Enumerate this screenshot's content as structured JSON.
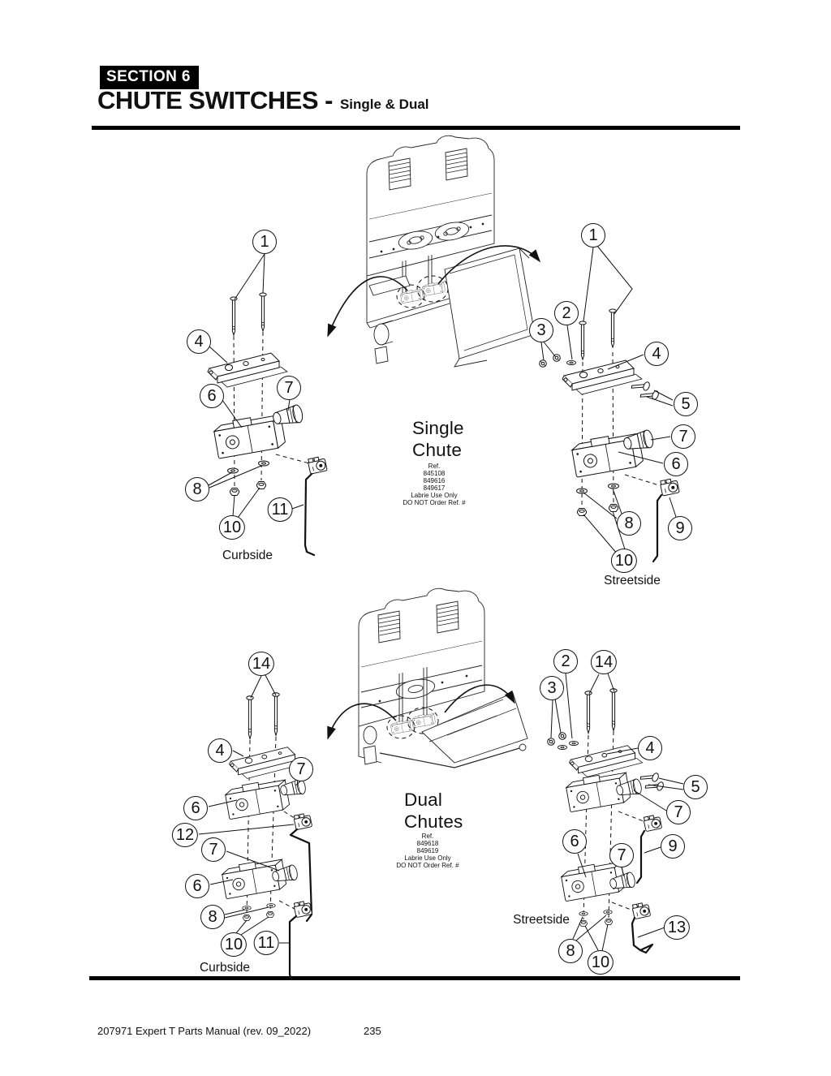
{
  "header": {
    "section_badge": "SECTION 6",
    "title": "CHUTE SWITCHES -",
    "subtitle": "Single & Dual"
  },
  "footer": {
    "left": "207971 Expert T Parts Manual (rev. 09_2022)",
    "page": "235"
  },
  "single_chute": {
    "title_line1": "Single",
    "title_line2": "Chute",
    "ref_label": "Ref.",
    "ref_numbers": [
      "845108",
      "849616",
      "849617"
    ],
    "note_line1": "Labrie Use Only",
    "note_line2": "DO NOT Order Ref. #",
    "curbside": {
      "label": "Curbside",
      "callouts": [
        "1",
        "4",
        "6",
        "7",
        "8",
        "10",
        "11"
      ]
    },
    "streetside": {
      "label": "Streetside",
      "callouts": [
        "1",
        "2",
        "3",
        "4",
        "5",
        "7",
        "6",
        "8",
        "9",
        "10"
      ]
    }
  },
  "dual_chutes": {
    "title_line1": "Dual",
    "title_line2": "Chutes",
    "ref_label": "Ref.",
    "ref_numbers": [
      "849618",
      "849619"
    ],
    "note_line1": "Labrie Use Only",
    "note_line2": "DO NOT Order Ref. #",
    "curbside": {
      "label": "Curbside",
      "callouts": [
        "14",
        "4",
        "7",
        "6",
        "12",
        "7",
        "6",
        "8",
        "10",
        "11"
      ]
    },
    "streetside": {
      "label": "Streetside",
      "callouts": [
        "2",
        "14",
        "3",
        "4",
        "5",
        "7",
        "6",
        "7",
        "9",
        "13",
        "8",
        "10"
      ]
    }
  }
}
